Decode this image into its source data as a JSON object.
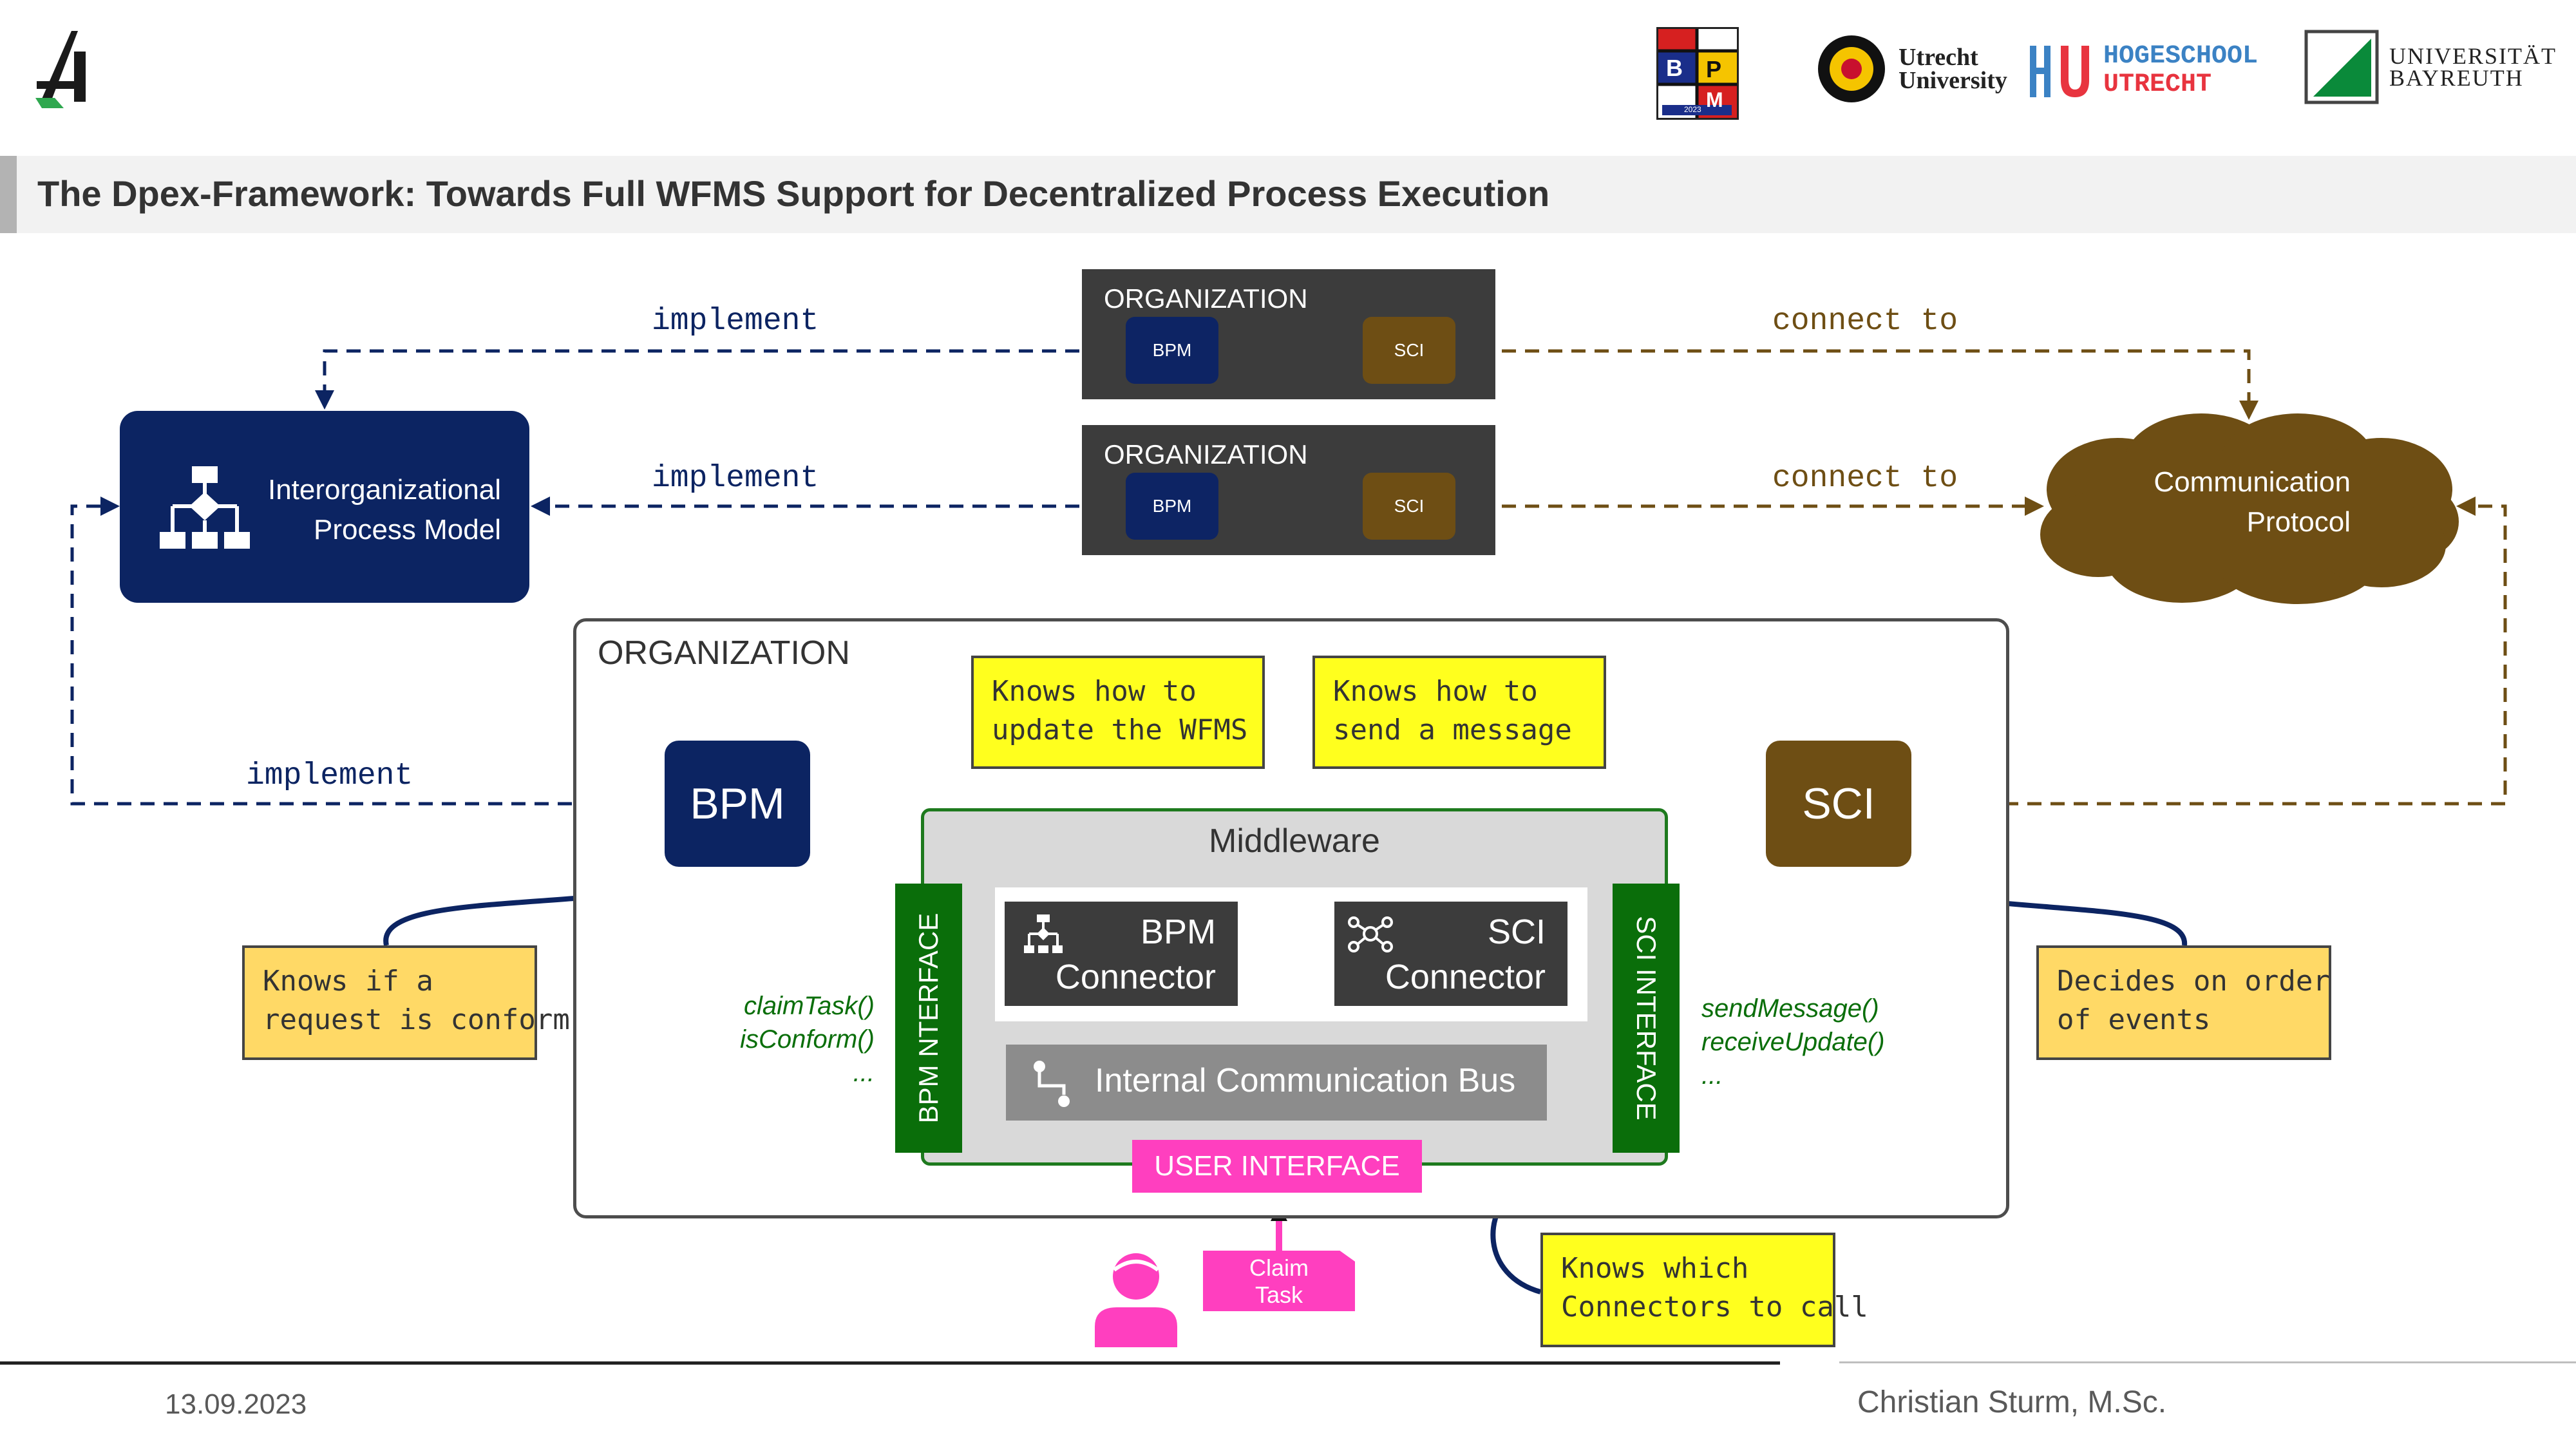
{
  "header": {
    "logos": {
      "utrecht_university_line1": "Utrecht",
      "utrecht_university_line2": "University",
      "hogeschool_line1": "HOGESCHOOL",
      "hogeschool_line2": "UTRECHT",
      "bayreuth_line1": "UNIVERSITÄT",
      "bayreuth_line2": "BAYREUTH",
      "bpm_letters": [
        "B",
        "P",
        "M"
      ],
      "bpm_year": "2023"
    }
  },
  "title": "The Dpex-Framework: Towards Full WFMS Support for Decentralized Process Execution",
  "diagram": {
    "org_boxes": [
      {
        "title": "ORGANIZATION",
        "bpm": "BPM",
        "sci": "SCI"
      },
      {
        "title": "ORGANIZATION",
        "bpm": "BPM",
        "sci": "SCI"
      }
    ],
    "process_model": {
      "line1": "Interorganizational",
      "line2": "Process Model"
    },
    "communication_protocol": {
      "line1": "Communication",
      "line2": "Protocol"
    },
    "edge_labels": {
      "implement_top": "implement",
      "implement_mid": "implement",
      "implement_low": "implement",
      "connect_top": "connect to",
      "connect_mid": "connect to"
    },
    "organization": {
      "title": "ORGANIZATION",
      "bpm": "BPM",
      "sci": "SCI",
      "middleware": "Middleware",
      "bpm_interface": "BPM NTERFACE",
      "sci_interface": "SCI INTERFACE",
      "bpm_connector": {
        "line1": "BPM",
        "line2": "Connector"
      },
      "sci_connector": {
        "line1": "SCI",
        "line2": "Connector"
      },
      "bus": "Internal Communication Bus",
      "user_interface": "USER INTERFACE",
      "bpm_methods": [
        "claimTask()",
        "isConform()",
        "..."
      ],
      "sci_methods": [
        "sendMessage()",
        "receiveUpdate()",
        "..."
      ]
    },
    "claim_task": {
      "line1": "Claim",
      "line2": "Task"
    },
    "notes": {
      "update_wfms": {
        "line1": "Knows how to",
        "line2": "update the WFMS"
      },
      "send_message": {
        "line1": "Knows how to",
        "line2": "send a message"
      },
      "request_conform": {
        "line1": "Knows if a",
        "line2": "request is conform"
      },
      "order_events": {
        "line1": "Decides on order",
        "line2": "of events"
      },
      "which_connectors": {
        "line1": "Knows which",
        "line2": "Connectors to call"
      }
    },
    "colors": {
      "bpm_navy": "#0c2462",
      "sci_brown": "#6e4e14",
      "interface_green": "#0a6e0a",
      "ui_pink": "#ff3fbf",
      "note_yellow": "#ffff1e",
      "note_orange": "#ffd966"
    }
  },
  "footer": {
    "date": "13.09.2023",
    "author": "Christian Sturm, M.Sc."
  }
}
